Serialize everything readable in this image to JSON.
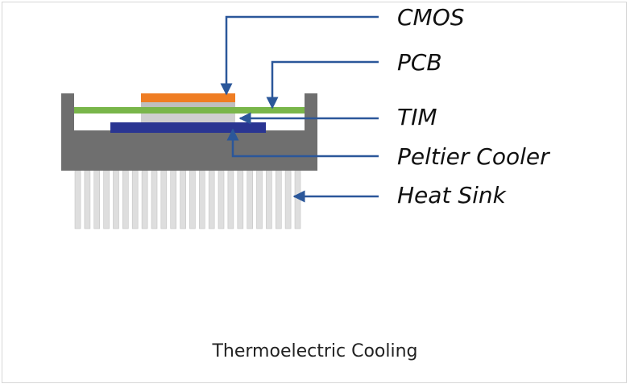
{
  "labels": {
    "cmos": "CMOS",
    "pcb": "PCB",
    "tim": "TIM",
    "peltier": "Peltier Cooler",
    "heatsink": "Heat Sink"
  },
  "caption": "Thermoelectric Cooling",
  "colors": {
    "frame": "#d6d6d6",
    "housing": "#6f6f6f",
    "pcb": "#79b64a",
    "cmos": "#ef7d23",
    "tim": "#cfcfcf",
    "peltier": "#2a3592",
    "fins": "#dedede",
    "arrow": "#2b579a"
  }
}
